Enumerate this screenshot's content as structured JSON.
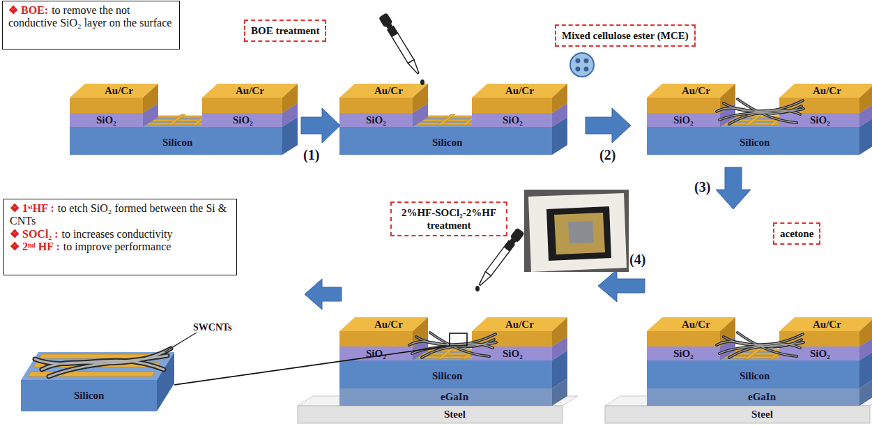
{
  "diagram": {
    "nodes": [
      {
        "text": [
          "❖ BOE:",
          "to remove the not conductive SiO₂ layer on the surface"
        ]
      },
      {
        "text": [
          "BOE treatment"
        ]
      },
      {
        "text": [
          "Mixed cellulose ester (MCE)"
        ]
      },
      {
        "text": [
          "acetone"
        ]
      },
      {
        "text": [
          "2%HF-SOCl₂-2%HF treatment"
        ]
      },
      {
        "text": [
          "❖ 1ˢᵗHF :",
          "to etch SiO₂ formed between the Si & CNTs",
          "❖ SOCl₂ :",
          "to increases conductivity",
          "❖ 2ⁿᵈ HF :",
          "to improve performance"
        ]
      }
    ],
    "labels": [
      "Au/Cr",
      "Au/Cr",
      "SiO₂",
      "SiO₂",
      "Silicon",
      "Au/Cr",
      "Au/Cr",
      "SiO₂",
      "SiO₂",
      "Silicon",
      "Au/Cr",
      "Au/Cr",
      "SiO₂",
      "SiO₂",
      "Silicon",
      "(1)",
      "(2)",
      "(3)",
      "Au/Cr",
      "Au/Cr",
      "SiO₂",
      "SiO₂",
      "Silicon",
      "eGaIn",
      "Steel",
      "(4)",
      "Au/Cr",
      "Au/Cr",
      "SiO₂",
      "SiO₂",
      "Silicon",
      "eGaIn",
      "Steel",
      "SWCNTs",
      "Silicon"
    ]
  }
}
